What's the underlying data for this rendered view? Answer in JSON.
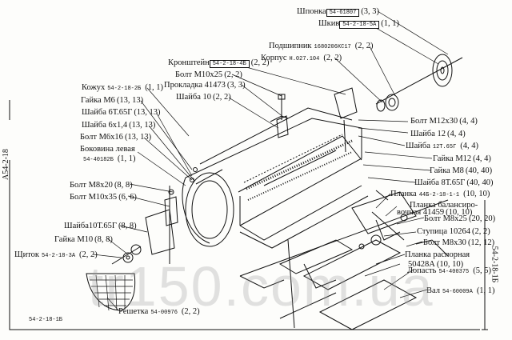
{
  "labels": {
    "shponka": {
      "name": "Шпонка",
      "code": "54-61807",
      "qty": "(3, 3)"
    },
    "shkiv": {
      "name": "Шкив",
      "code": "54-2-18-5А",
      "qty": "(1, 1)"
    },
    "podshipnik": {
      "name": "Подшипник",
      "code": "1680206КС17",
      "qty": "(2, 2)"
    },
    "korpus": {
      "name": "Корпус",
      "code": "Н.027.104",
      "qty": "(2, 2)"
    },
    "kronshtein": {
      "name": "Кронштейн",
      "code": "54-2-18-4Б",
      "qty": "(2, 2)"
    },
    "bolt_m10x25": {
      "name": "Болт М10х25",
      "qty": "(2, 2)"
    },
    "prokladka": {
      "name": "Прокладка 41473",
      "qty": "(3, 3)"
    },
    "shaiba_10": {
      "name": "Шайба 10",
      "qty": "(2, 2)"
    },
    "kozhukh": {
      "name": "Кожух",
      "code": "54-2-18-2Б",
      "qty": "(1, 1)"
    },
    "gaika_m6": {
      "name": "Гайка М6",
      "qty": "(13, 13)"
    },
    "shaiba_6t": {
      "name": "Шайба 6Т.65Г",
      "qty": "(13, 13)"
    },
    "shaiba_6x14": {
      "name": "Шайба 6х1,4",
      "qty": "(13, 13)"
    },
    "bolt_m6x16": {
      "name": "Болт М6х16",
      "qty": "(13, 13)"
    },
    "bokovina_name": "Боковина левая",
    "bokovina_code": "54-40182Б",
    "bokovina_qty": "(1, 1)",
    "bolt_m12x30": {
      "name": "Болт М12х30",
      "qty": "(4, 4)"
    },
    "shaiba_12": {
      "name": "Шайба 12",
      "qty": "(4, 4)"
    },
    "shaiba_12t": {
      "name": "Шайба",
      "code": "12Т.65Г",
      "qty": "(4, 4)"
    },
    "gaika_m12": {
      "name": "Гайка М12",
      "qty": "(4, 4)"
    },
    "gaika_m8": {
      "name": "Гайка М8",
      "qty": "(40, 40)"
    },
    "shaiba_8t": {
      "name": "Шайба 8Т.65Г",
      "qty": "(40, 40)"
    },
    "bolt_m8x20": {
      "name": "Болт М8х20",
      "qty": "(8, 8)"
    },
    "bolt_m10x35": {
      "name": "Болт М10х35",
      "qty": "(6, 6)"
    },
    "planka": {
      "name": "Планка",
      "code": "44Б-2-18-1-1",
      "qty": "(10, 10)"
    },
    "planka_bal_1": "Планка балансиро-",
    "planka_bal_2": "вочная 41459",
    "planka_bal_qty": "(10, 10)",
    "bolt_m8x25": {
      "name": "Болт М8х25",
      "qty": "(20, 20)"
    },
    "shaiba_10t": {
      "name": "Шайба10Т.65Г",
      "qty": "(8, 8)"
    },
    "gaika_m10": {
      "name": "Гайка М10",
      "qty": "(8, 8)"
    },
    "stupitsa": {
      "name": "Ступица 10264",
      "qty": "(2, 2)"
    },
    "bolt_m8x30": {
      "name": "Болт М8х30",
      "qty": "(12, 12)"
    },
    "shchitok": {
      "name": "Щиток",
      "code": "54-2-18-3А",
      "qty": "(2, 2)"
    },
    "planka_rasp_1": "Планка распорная",
    "planka_rasp_2": "50428А",
    "planka_rasp_qty": "(10, 10)",
    "lopast": {
      "name": "Лопасть",
      "code": "54-400375",
      "qty": "(5, 5)"
    },
    "val": {
      "name": "Вал",
      "code": "54-60009А",
      "qty": "(1, 1)"
    },
    "reshetka": {
      "name": "Решетка",
      "code": "54-00976",
      "qty": "(2, 2)"
    },
    "frame_bottom_code": "54-2-18-1Б",
    "side_left": "А54-2-18",
    "side_right": "54-2-18-1Б"
  },
  "watermark": "tr150.com.ua",
  "colors": {
    "ink": "#111111",
    "paper": "#fdfdfb",
    "watermark": "#969696"
  }
}
